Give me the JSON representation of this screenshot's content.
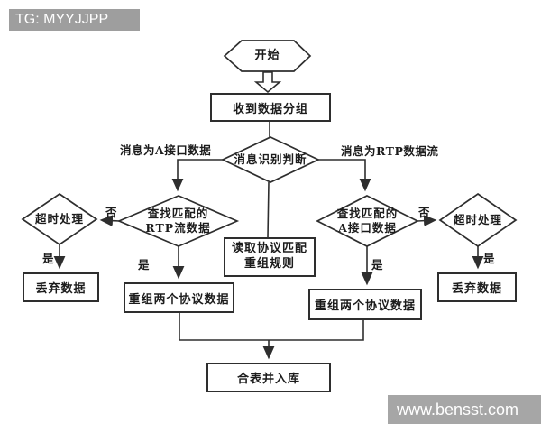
{
  "header": {
    "text": "TG: MYYJJPP",
    "bg_color": "#9e9e9e",
    "text_color": "#ffffff"
  },
  "footer": {
    "text": "www.bensst.com",
    "bg_color": "#a6a6a6",
    "text_color": "#ffffff"
  },
  "flowchart": {
    "line_color": "#2e2e2e",
    "text_color": "#1c1c1c",
    "nodes": {
      "start": "开始",
      "receive": "收到数据分组",
      "identify": "消息识别判断",
      "find_rtp": "查找匹配的\nRTP流数据",
      "find_a": "查找匹配的\nA接口数据",
      "read_rules": "读取协议匹配\n重组规则",
      "timeout_left": "超时处理",
      "timeout_right": "超时处理",
      "discard_left": "丢弃数据",
      "discard_right": "丢弃数据",
      "reassemble_left": "重组两个协议数据",
      "reassemble_right": "重组两个协议数据",
      "merge_store": "合表并入库"
    },
    "edge_labels": {
      "left_branch": "消息为A接口数据",
      "right_branch": "消息为RTP数据流",
      "no_left": "否",
      "no_right": "否",
      "yes_timeout_left": "是",
      "yes_find_rtp": "是",
      "yes_find_a": "是",
      "yes_timeout_right": "是"
    }
  }
}
